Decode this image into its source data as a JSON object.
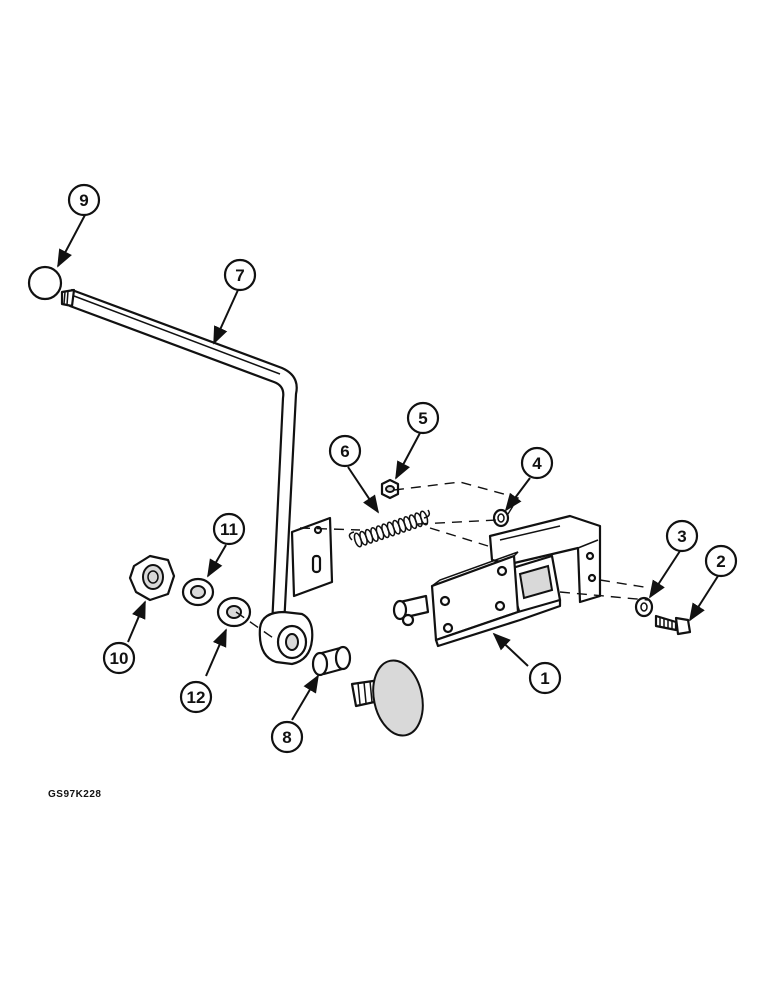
{
  "figure_code": "GS97K228",
  "callouts": [
    "1",
    "2",
    "3",
    "4",
    "5",
    "6",
    "7",
    "8",
    "9",
    "10",
    "11",
    "12"
  ]
}
